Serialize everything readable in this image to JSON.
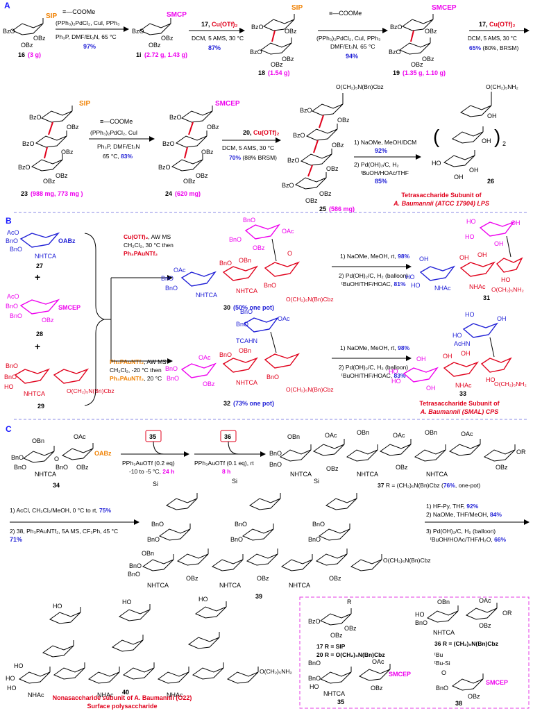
{
  "sections": {
    "A": {
      "label": "A",
      "cmpd16": {
        "num": "16",
        "amount": "(3 g)",
        "subs": [
          "BzO",
          "OBz",
          "OBz"
        ],
        "top": "SIP"
      },
      "step1": {
        "reagent": "≡—COOMe",
        "cond": [
          "(PPh₃)₂PdCl₂, CuI, PPh₃",
          "Ph₃P, DMF/Et₃N, 65 °C"
        ],
        "yield": "97%"
      },
      "cmpd1i": {
        "num": "1i",
        "amount": "(2.72 g, 1.43 g)",
        "top": "SMCP"
      },
      "step2": {
        "reagent": "17, ",
        "cat": "Cu(OTf)₂",
        "cond": [
          "DCM, 5 AMS, 30 °C"
        ],
        "yield": "87%"
      },
      "cmpd18": {
        "num": "18",
        "amount": "(1.54 g)",
        "top": "SIP"
      },
      "step3": {
        "reagent": "≡—COOMe",
        "cond": [
          "(PPh₃)₂PdCl₂, CuI, PPh₃",
          "DMF/Et₃N, 65 °C"
        ],
        "yield": "94%"
      },
      "cmpd19": {
        "num": "19",
        "amount": "(1.35 g, 1.10 g)",
        "top": "SMCEP"
      },
      "step4": {
        "reagent": "17, ",
        "cat": "Cu(OTf)₂",
        "cond": [
          "DCM, 5 AMS, 30 °C"
        ],
        "yield": "65%",
        "yield_extra": "(80%, BRSM)"
      },
      "cmpd23": {
        "num": "23",
        "amount": "(988 mg, 773 mg )",
        "top": "SIP"
      },
      "step5": {
        "reagent": "≡—COOMe",
        "cond": [
          "(PPh₃)₂PdCl₂, CuI",
          "Ph₃P, DMF/Et₃N",
          "65 °C, "
        ],
        "yield": "83%"
      },
      "cmpd24": {
        "num": "24",
        "amount": "(620 mg)",
        "top": "SMCEP"
      },
      "step6": {
        "reagent": "20, ",
        "cat": "Cu(OTf)₂",
        "cond": [
          "DCM, 5 AMS, 30 °C"
        ],
        "yield": "70%",
        "yield_extra": "(88% BRSM)"
      },
      "cmpd25": {
        "num": "25",
        "amount": "(586 mg)",
        "top": "O(CH₂)₅N(Bn)Cbz"
      },
      "step7": {
        "cond1": "1) NaOMe, MeOH/DCM",
        "yield1": "92%",
        "cond2": [
          "2) Pd(OH)₂/C, H₂",
          "ᵗBuOH/HOAc/THF"
        ],
        "yield2": "85%"
      },
      "cmpd26": {
        "num": "26",
        "top": "O(CH₂)₅NH₂",
        "repeat": "2"
      },
      "target": [
        "Tetrasaccharide Subunit of",
        "A. Baumannii (ATCC 17904) LPS"
      ]
    },
    "B": {
      "label": "B",
      "cmpd27": {
        "num": "27",
        "subs": [
          "AcO",
          "BnO",
          "BnO",
          "OABz",
          "NHTCA"
        ]
      },
      "cmpd28": {
        "num": "28",
        "subs": [
          "AcO",
          "BnO",
          "BnO",
          "SMCEP",
          "OBz"
        ]
      },
      "cmpd29": {
        "num": "29",
        "subs": [
          "BnO",
          "BnO",
          "HO",
          "NHTCA",
          "O(CH₂)₅N(Bn)Cbz"
        ]
      },
      "plus": "+",
      "stepTop": {
        "cat": "Cu(OTf)₂",
        "cond": [
          ", AW MS",
          "CH₂Cl₂, 30 °C then"
        ],
        "cat2": "Ph₃PAuNTf₂"
      },
      "stepBottom": {
        "cat": "Ph₃PAuNTf₂",
        "cond": [
          ", AW MS",
          "CH₂Cl₂, -20 °C then"
        ],
        "cat2": "Ph₃PAuNTf₂",
        "cond2": ", 20 °C"
      },
      "cmpd30": {
        "num": "30",
        "yield": "(50% one pot)",
        "chain": "O(CH₂)₅N(Bn)Cbz"
      },
      "cmpd32": {
        "num": "32",
        "yield": "(73% one pot)",
        "chain": "O(CH₂)₅N(Bn)Cbz"
      },
      "stepDeprot1": {
        "cond1": "1) NaOMe, MeOH, rt, ",
        "yield1": "98%",
        "cond2": [
          "2) Pd(OH)₂/C, H₂ (balloon)",
          "ᵗBuOH/THF/HOAC, "
        ],
        "yield2": "81%"
      },
      "stepDeprot2": {
        "cond1": "1) NaOMe, MeOH, rt, ",
        "yield1": "98%",
        "cond2": [
          "2) Pd(OH)₂/C, H₂ (balloon)",
          "ᵗBuOH/THF/HOAC, "
        ],
        "yield2": "83%"
      },
      "cmpd31": {
        "num": "31",
        "chain": "O(CH₂)₅NH₂"
      },
      "cmpd33": {
        "num": "33",
        "chain": "O(CH₂)₅NH₂"
      },
      "target": [
        "Tetrasaccharide Subunit of",
        "A. Baumannii (SMAL) CPS"
      ]
    },
    "C": {
      "label": "C",
      "cmpd34": {
        "num": "34",
        "subs": [
          "OBn",
          "BnO",
          "BnO",
          "OAc",
          "OABz",
          "NHTCA",
          "OBz"
        ]
      },
      "step1": {
        "box": "35",
        "cond": "PPh₃AuOTf (0.2 eq)",
        "cond2": "-10 to -5 °C, ",
        "time": "24 h"
      },
      "step2": {
        "box": "36",
        "cond": "PPh₃AuOTf (0.1 eq), rt",
        "time": "8 h"
      },
      "cmpd37": {
        "num": "37",
        "label": " R = (CH₂)₅N(Bn)Cbz (",
        "yield": "76%",
        "tail": ", one-pot)"
      },
      "step3": {
        "cond1": "1) AcCl, CH₂Cl₂/MeOH, 0 °C to rt, ",
        "yield1": "75%",
        "cond2": "2) 38, Ph₃PAuNTf₂, 5A MS, CF₃Ph, 45 °C",
        "yield2": "71%"
      },
      "cmpd39": {
        "num": "39",
        "chain": "O(CH₂)₅N(Bn)Cbz"
      },
      "step4": {
        "cond1": "1) HF-Py, THF, ",
        "yield1": "92%",
        "cond2": "2) NaOMe, THF/MeOH, ",
        "yield2": "84%",
        "cond3": [
          "3) Pd(OH)₂/C, H₂ (balloon)",
          "ᵗBuOH/HOAc/THF/H₂O, "
        ],
        "yield3": "66%"
      },
      "cmpd40": {
        "num": "40",
        "chain": "O(CH₂)₅NH₂"
      },
      "target": [
        "Nonasaccharide subunit of A. Baumannii (O22)",
        "Surface polysaccharide"
      ],
      "box": {
        "c17": "17 R = SIP",
        "c20": "20 R = O(CH₂)₅N(Bn)Cbz",
        "c36": "36 R = (CH₂)₅N(Bn)Cbz",
        "c35": "35",
        "c38": "38",
        "R": "R",
        "smcep": "SMCEP",
        "tbu": "ᵗBu"
      }
    }
  },
  "colors": {
    "sectionLabel": "#1a1aff",
    "blue": "#1f1fd6",
    "red": "#e0001b",
    "magenta": "#ee00ee",
    "orange": "#f08000",
    "darkred": "#c00000",
    "divider": "#8a8ae6",
    "boxBorder": "#e63ae6"
  }
}
